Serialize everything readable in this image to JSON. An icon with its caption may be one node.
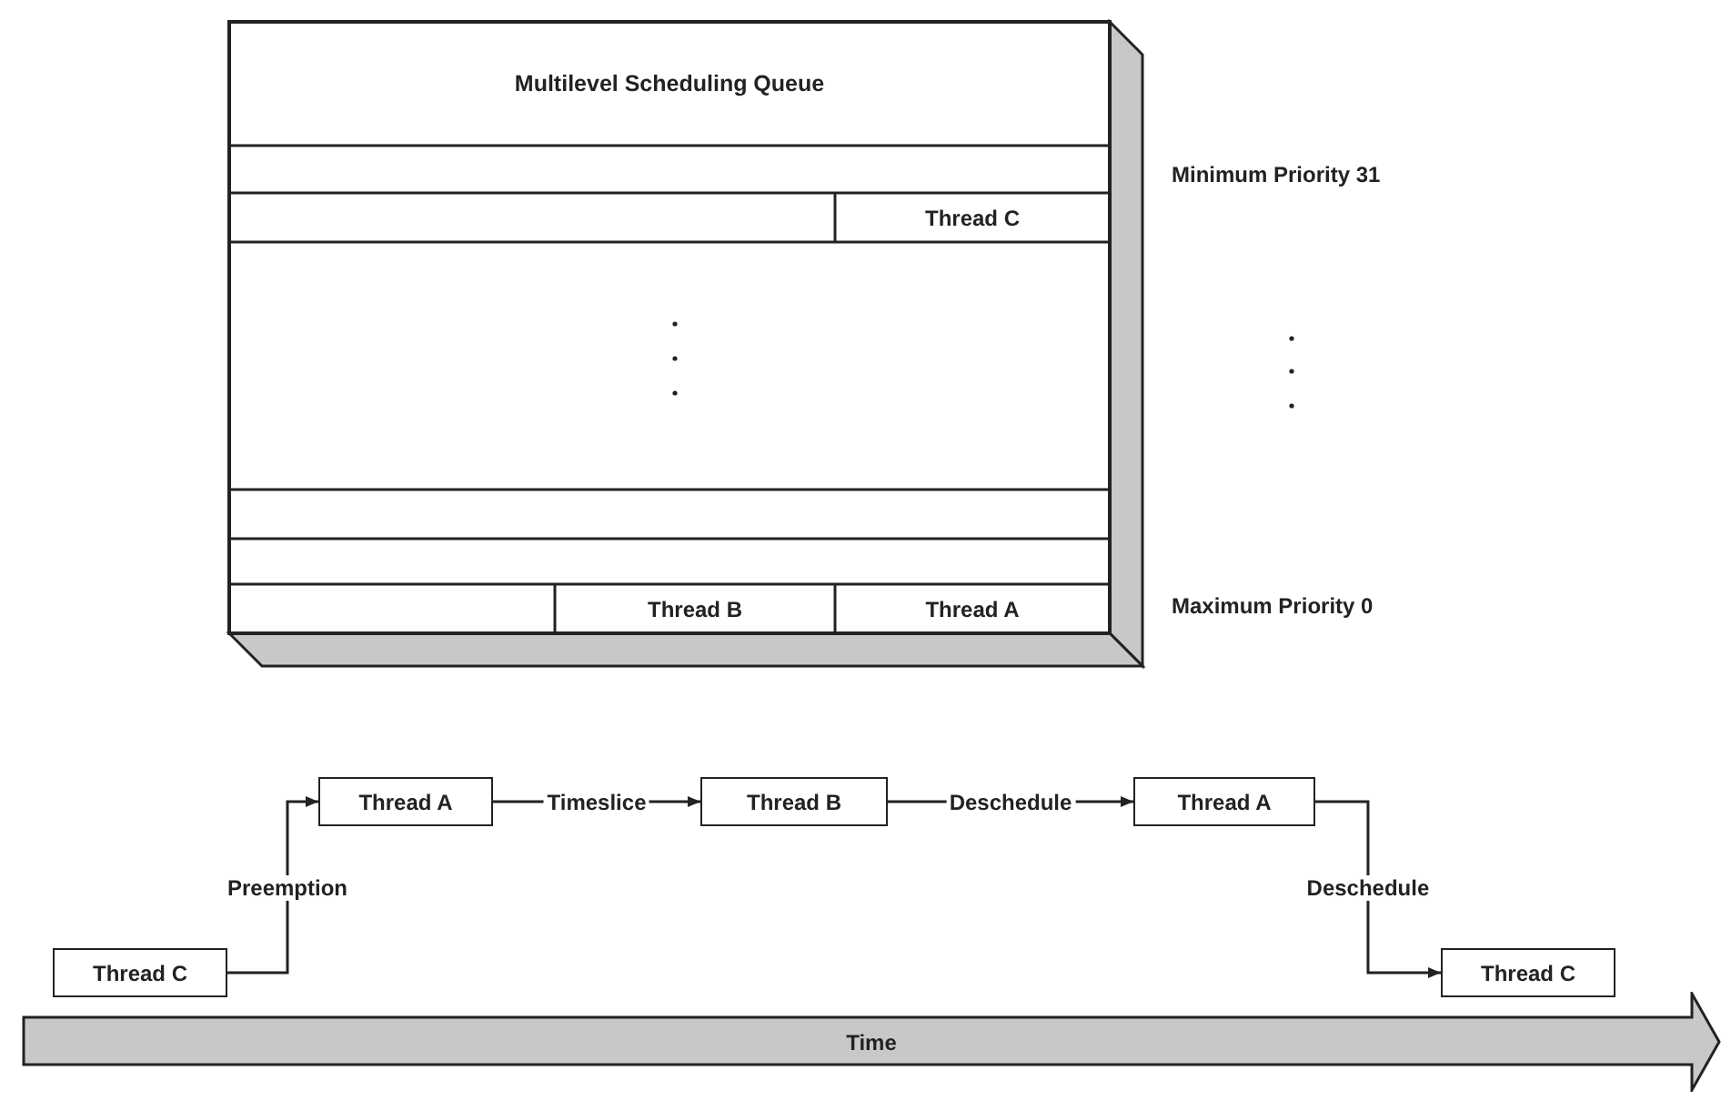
{
  "diagram": {
    "nodes": [
      {
        "text": [
          "Multilevel Scheduling Queue"
        ]
      },
      {
        "text": [
          "Thread C"
        ],
        "in": 0
      },
      {
        "text": [
          "Thread B"
        ],
        "in": 0
      },
      {
        "text": [
          "Thread A"
        ],
        "in": 0
      },
      {
        "text": [
          "Thread C"
        ]
      },
      {
        "text": [
          "Thread A"
        ]
      },
      {
        "text": [
          "Thread B"
        ]
      },
      {
        "text": [
          "Thread A"
        ]
      },
      {
        "text": [
          "Thread C"
        ]
      },
      {
        "text": [
          "Time"
        ]
      }
    ],
    "edges": [
      {
        "from": 4,
        "to": 5,
        "arrow": "to",
        "label": "Preemption"
      },
      {
        "from": 5,
        "to": 6,
        "arrow": "to",
        "label": "Timeslice"
      },
      {
        "from": 6,
        "to": 7,
        "arrow": "to",
        "label": "Deschedule"
      },
      {
        "from": 7,
        "to": 8,
        "arrow": "to",
        "label": "Deschedule"
      }
    ],
    "labels": [
      "Minimum Priority 31",
      "Maximum Priority 0"
    ]
  }
}
